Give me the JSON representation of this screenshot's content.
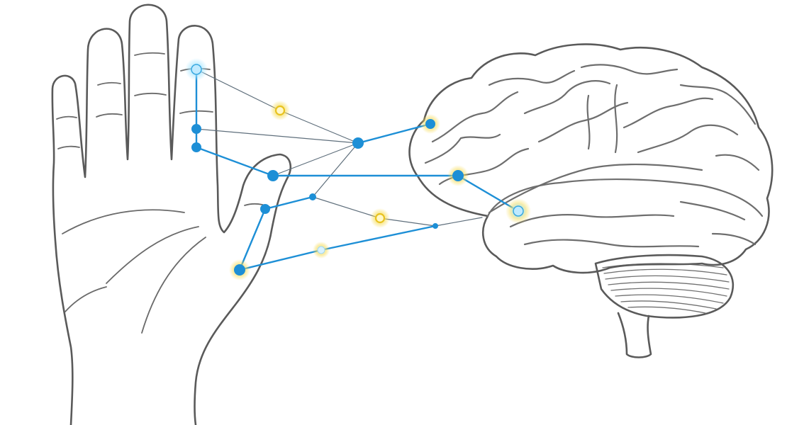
{
  "colors": {
    "background": "#ffffff",
    "outline": "#5a5a5a",
    "node_blue": "#1d8fd6",
    "node_glow_yellow": "#f4d03f",
    "node_glow_cyan": "#9fe3ff"
  },
  "figure": {
    "hand": {
      "icon": "open-palm"
    },
    "brain": {
      "icon": "brain-lateral-view"
    },
    "network": {
      "icon": "node-network"
    }
  }
}
